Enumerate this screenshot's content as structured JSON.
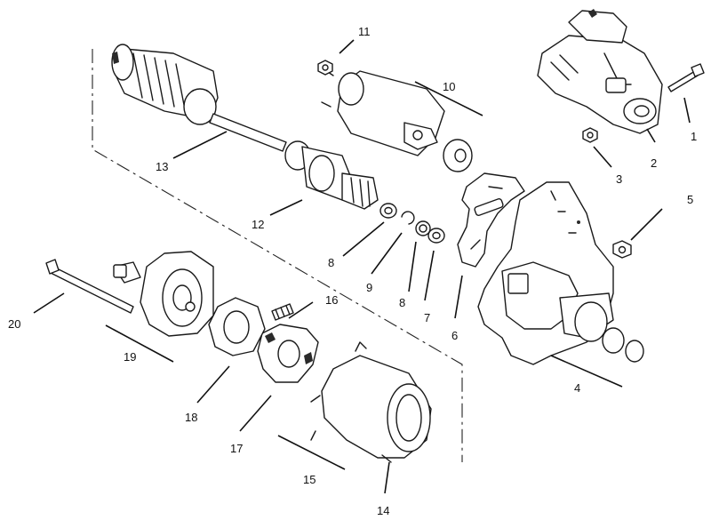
{
  "callouts": [
    {
      "id": "c1",
      "text": "1"
    },
    {
      "id": "c2",
      "text": "2"
    },
    {
      "id": "c3",
      "text": "3"
    },
    {
      "id": "c4",
      "text": "4"
    },
    {
      "id": "c5",
      "text": "5"
    },
    {
      "id": "c6",
      "text": "6"
    },
    {
      "id": "c7",
      "text": "7"
    },
    {
      "id": "c8a",
      "text": "8"
    },
    {
      "id": "c8b",
      "text": "8"
    },
    {
      "id": "c9",
      "text": "9"
    },
    {
      "id": "c10",
      "text": "10"
    },
    {
      "id": "c11",
      "text": "11"
    },
    {
      "id": "c12",
      "text": "12"
    },
    {
      "id": "c13",
      "text": "13"
    },
    {
      "id": "c14",
      "text": "14"
    },
    {
      "id": "c15",
      "text": "15"
    },
    {
      "id": "c16",
      "text": "16"
    },
    {
      "id": "c17",
      "text": "17"
    },
    {
      "id": "c18",
      "text": "18"
    },
    {
      "id": "c19",
      "text": "19"
    },
    {
      "id": "c20",
      "text": "20"
    }
  ]
}
